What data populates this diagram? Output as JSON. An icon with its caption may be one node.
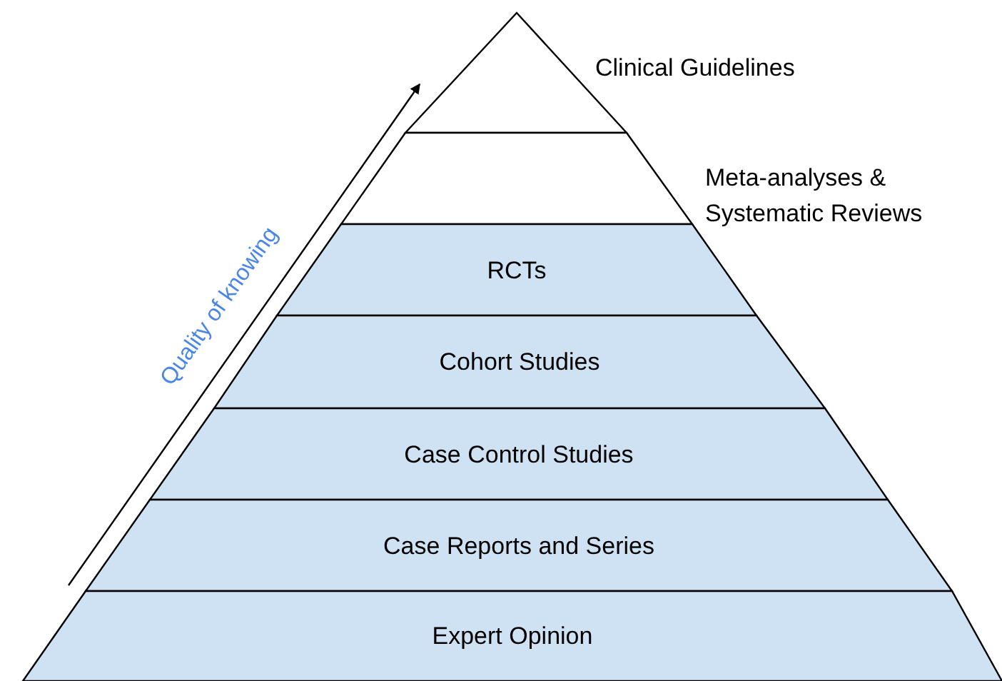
{
  "diagram": {
    "nodes": [
      {
        "text": [
          "Clinical Guidelines"
        ]
      },
      {
        "text": [
          "Meta-analyses & Systematic Reviews"
        ]
      },
      {
        "text": [
          "RCTs"
        ]
      },
      {
        "text": [
          "Cohort Studies"
        ]
      },
      {
        "text": [
          "Case Control Studies"
        ]
      },
      {
        "text": [
          "Case Reports and Series"
        ]
      },
      {
        "text": [
          "Expert Opinion"
        ]
      }
    ],
    "labels": [
      "Quality of knowing"
    ]
  }
}
